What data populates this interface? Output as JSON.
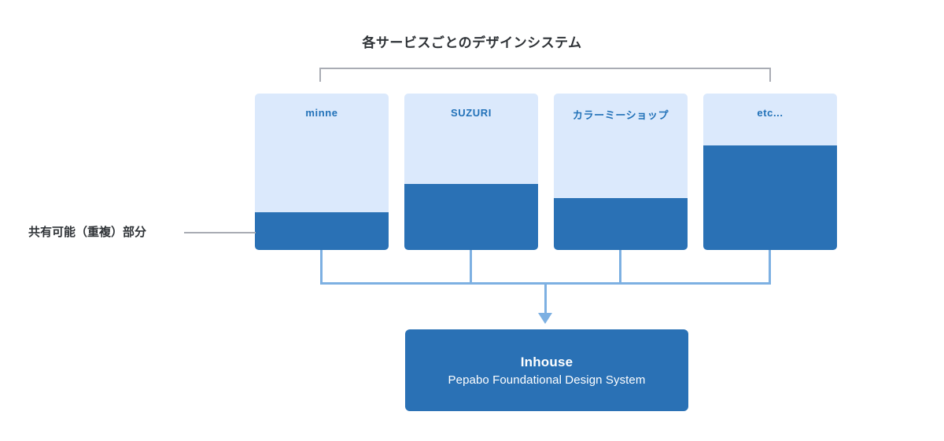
{
  "diagram": {
    "title": "各サービスごとのデザインシステム",
    "colors": {
      "card_light": "#dbe9fc",
      "shared_dark": "#2a71b5",
      "connector_blue": "#7db0e2",
      "bracket_gray": "#a9acb4",
      "label_blue": "#2171b8",
      "text_dark": "#2f3337"
    },
    "left_annotation": {
      "label": "共有可能（重複）部分"
    },
    "services": [
      {
        "name": "minne",
        "label": "minne",
        "shared_ratio_percent": 24
      },
      {
        "name": "suzuri",
        "label": "SUZURI",
        "shared_ratio_percent": 42
      },
      {
        "name": "colorme",
        "label": "カラーミーショップ",
        "shared_ratio_percent": 33
      },
      {
        "name": "etc",
        "label": "etc...",
        "shared_ratio_percent": 67
      }
    ],
    "foundation": {
      "title": "Inhouse",
      "subtitle": "Pepabo Foundational Design System"
    }
  }
}
